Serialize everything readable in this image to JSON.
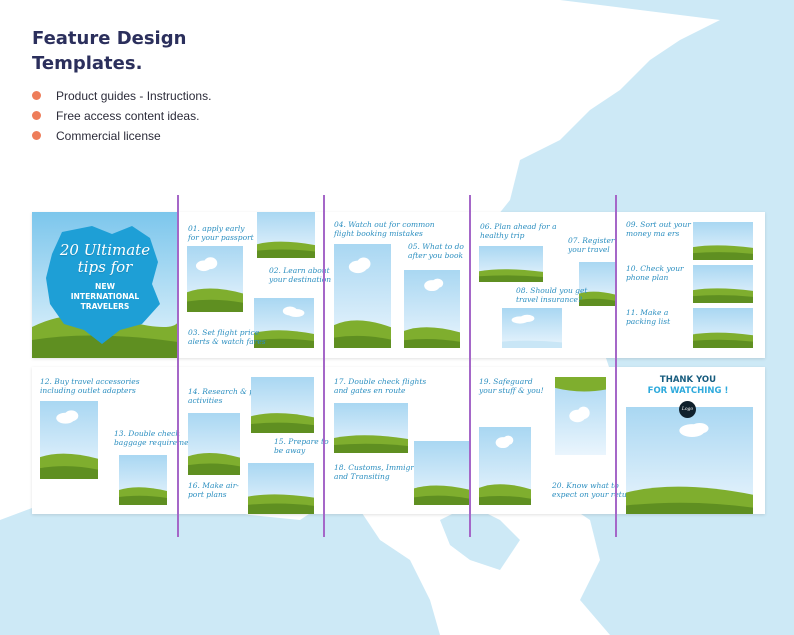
{
  "header": {
    "title_line1": "Feature Design",
    "title_line2": "Templates."
  },
  "features": [
    "Product guides - Instructions.",
    "Free access content ideas.",
    "Commercial license"
  ],
  "colors": {
    "title": "#2b2f5c",
    "bullet": "#ee7d5a",
    "map": "#cde9f6",
    "divider": "#a567c8",
    "script_text": "#2c8fc0",
    "grass": "#6f9e2a"
  },
  "hero": {
    "script_line1": "20 Ultimate",
    "script_line2": "tips for",
    "caps_line1": "NEW",
    "caps_line2": "INTERNATIONAL",
    "caps_line3": "TRAVELERS"
  },
  "tips": {
    "t01a": "01. apply early",
    "t01b": "for your passport",
    "t02a": "02. Learn about",
    "t02b": "your destination",
    "t03a": "03. Set flight price",
    "t03b": "alerts & watch fares",
    "t04a": "04. Watch out for common",
    "t04b": "flight booking mistakes",
    "t05a": "05. What to do",
    "t05b": "after you book",
    "t06a": "06. Plan ahead for a",
    "t06b": "healthy trip",
    "t07a": "07. Register",
    "t07b": "your travel",
    "t08a": "08. Should you get",
    "t08b": "travel insurance?",
    "t09a": "09. Sort out your",
    "t09b": "money ma ers",
    "t10a": "10. Check your",
    "t10b": "phone plan",
    "t11a": "11. Make a",
    "t11b": "packing list",
    "t12a": "12. Buy travel accessories",
    "t12b": "including outlet adapters",
    "t13a": "13. Double check",
    "t13b": "baggage requirements",
    "t14a": "14. Research & plan",
    "t14b": "activities",
    "t15a": "15. Prepare to",
    "t15b": "be away",
    "t16a": "16. Make air-",
    "t16b": "port plans",
    "t17a": "17. Double check flights",
    "t17b": "and gates en route",
    "t18a": "18. Customs, Immigration,",
    "t18b": "and Transiting",
    "t19a": "19. Safeguard",
    "t19b": "your stuff & you!",
    "t20a": "20. Know what to",
    "t20b": "expect on your return"
  },
  "closing": {
    "thanks_line1": "THANK YOU",
    "thanks_line2": "FOR WATCHING !",
    "logo": "Logo"
  }
}
